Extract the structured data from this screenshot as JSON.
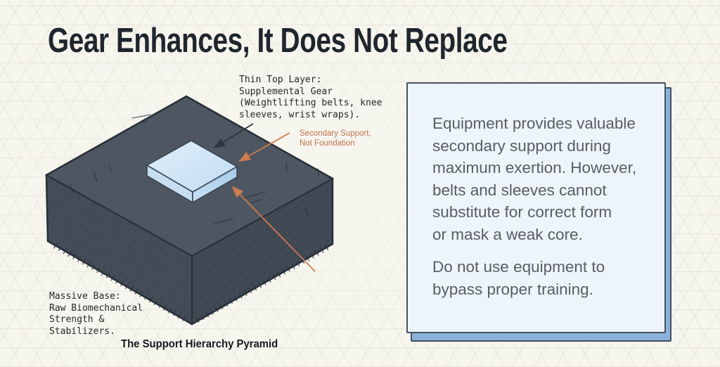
{
  "title": "Gear Enhances, It Does Not Replace",
  "diagram": {
    "top_label": "Thin Top Layer:\nSupplemental Gear\n(Weightlifting belts, knee\nsleeves, wrist wraps).",
    "secondary_label": "Secondary Support,\nNot Foundation",
    "base_label": "Massive Base:\nRaw Biomechanical\nStrength &\nStabilizers.",
    "caption": "The Support Hierarchy Pyramid"
  },
  "panel": {
    "paragraphs": [
      "Equipment provides valuable\nsecondary support during\nmaximum exertion. However,\nbelts and sleeves cannot\nsubstitute for correct form\nor mask a weak core.",
      "Do not use equipment to\nbypass proper training."
    ]
  },
  "colors": {
    "background": "#f6f5ee",
    "title_text": "#20262e",
    "accent_orange": "#cd7c4e",
    "block_top": "#4e5761",
    "block_left": "#444d57",
    "block_right": "#404954",
    "block_outline": "#272f38",
    "platform_top": "#d3e6f7",
    "platform_right": "#aed0ec",
    "panel_bg": "#edf4fa",
    "panel_shadow": "#8cb2d9",
    "panel_border": "#46535f",
    "panel_text": "#575d64"
  }
}
